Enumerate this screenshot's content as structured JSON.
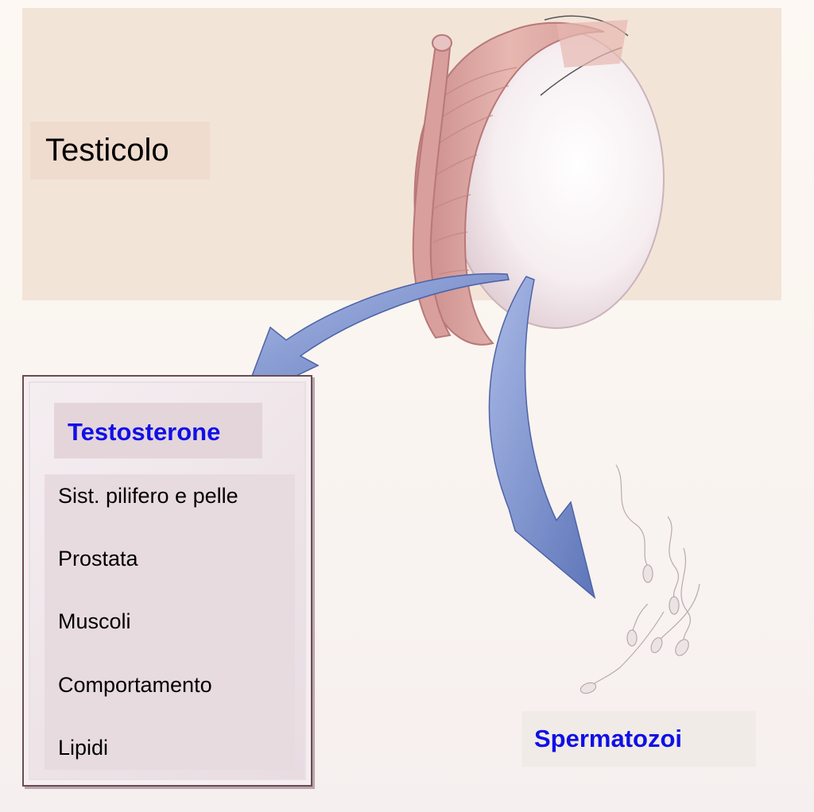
{
  "diagram": {
    "title": "Testicolo",
    "hormone_heading": "Testosterone",
    "targets": [
      "Sist. pilifero e pelle",
      "Prostata",
      "Muscoli",
      "Comportamento",
      "Lipidi"
    ],
    "output_label": "Spermatozoi"
  },
  "colors": {
    "label_blue": "#1010e6",
    "arrow_blue": "#6f86c4",
    "panel_border": "#6b4b55"
  }
}
